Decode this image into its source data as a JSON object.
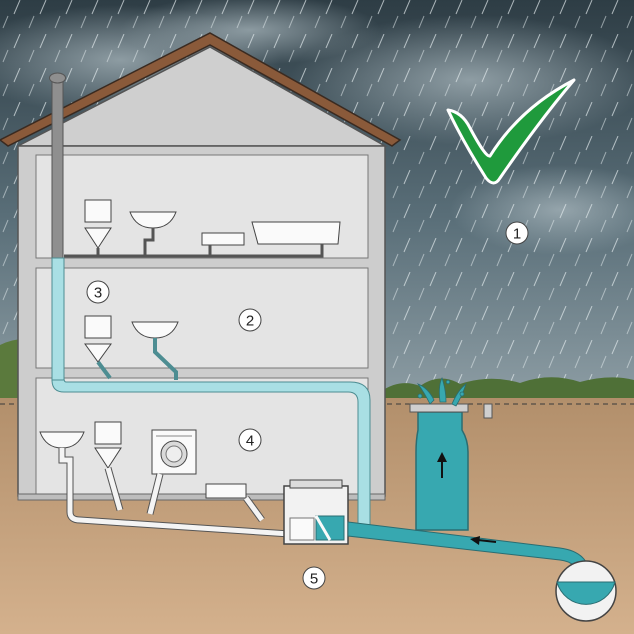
{
  "labels": {
    "one": "1",
    "two": "2",
    "three": "3",
    "four": "4",
    "five": "5"
  },
  "colors": {
    "sky": "#3f5560",
    "ground": "#c6a27e",
    "house_wall": "#cdcdcd",
    "floor": "#e2e2e2",
    "roof": "#8a5a3a",
    "water": "#37a8b0",
    "check": "#1f9a3c"
  },
  "icons": [
    "checkmark-icon",
    "up-arrow-icon",
    "left-arrow-icon"
  ]
}
